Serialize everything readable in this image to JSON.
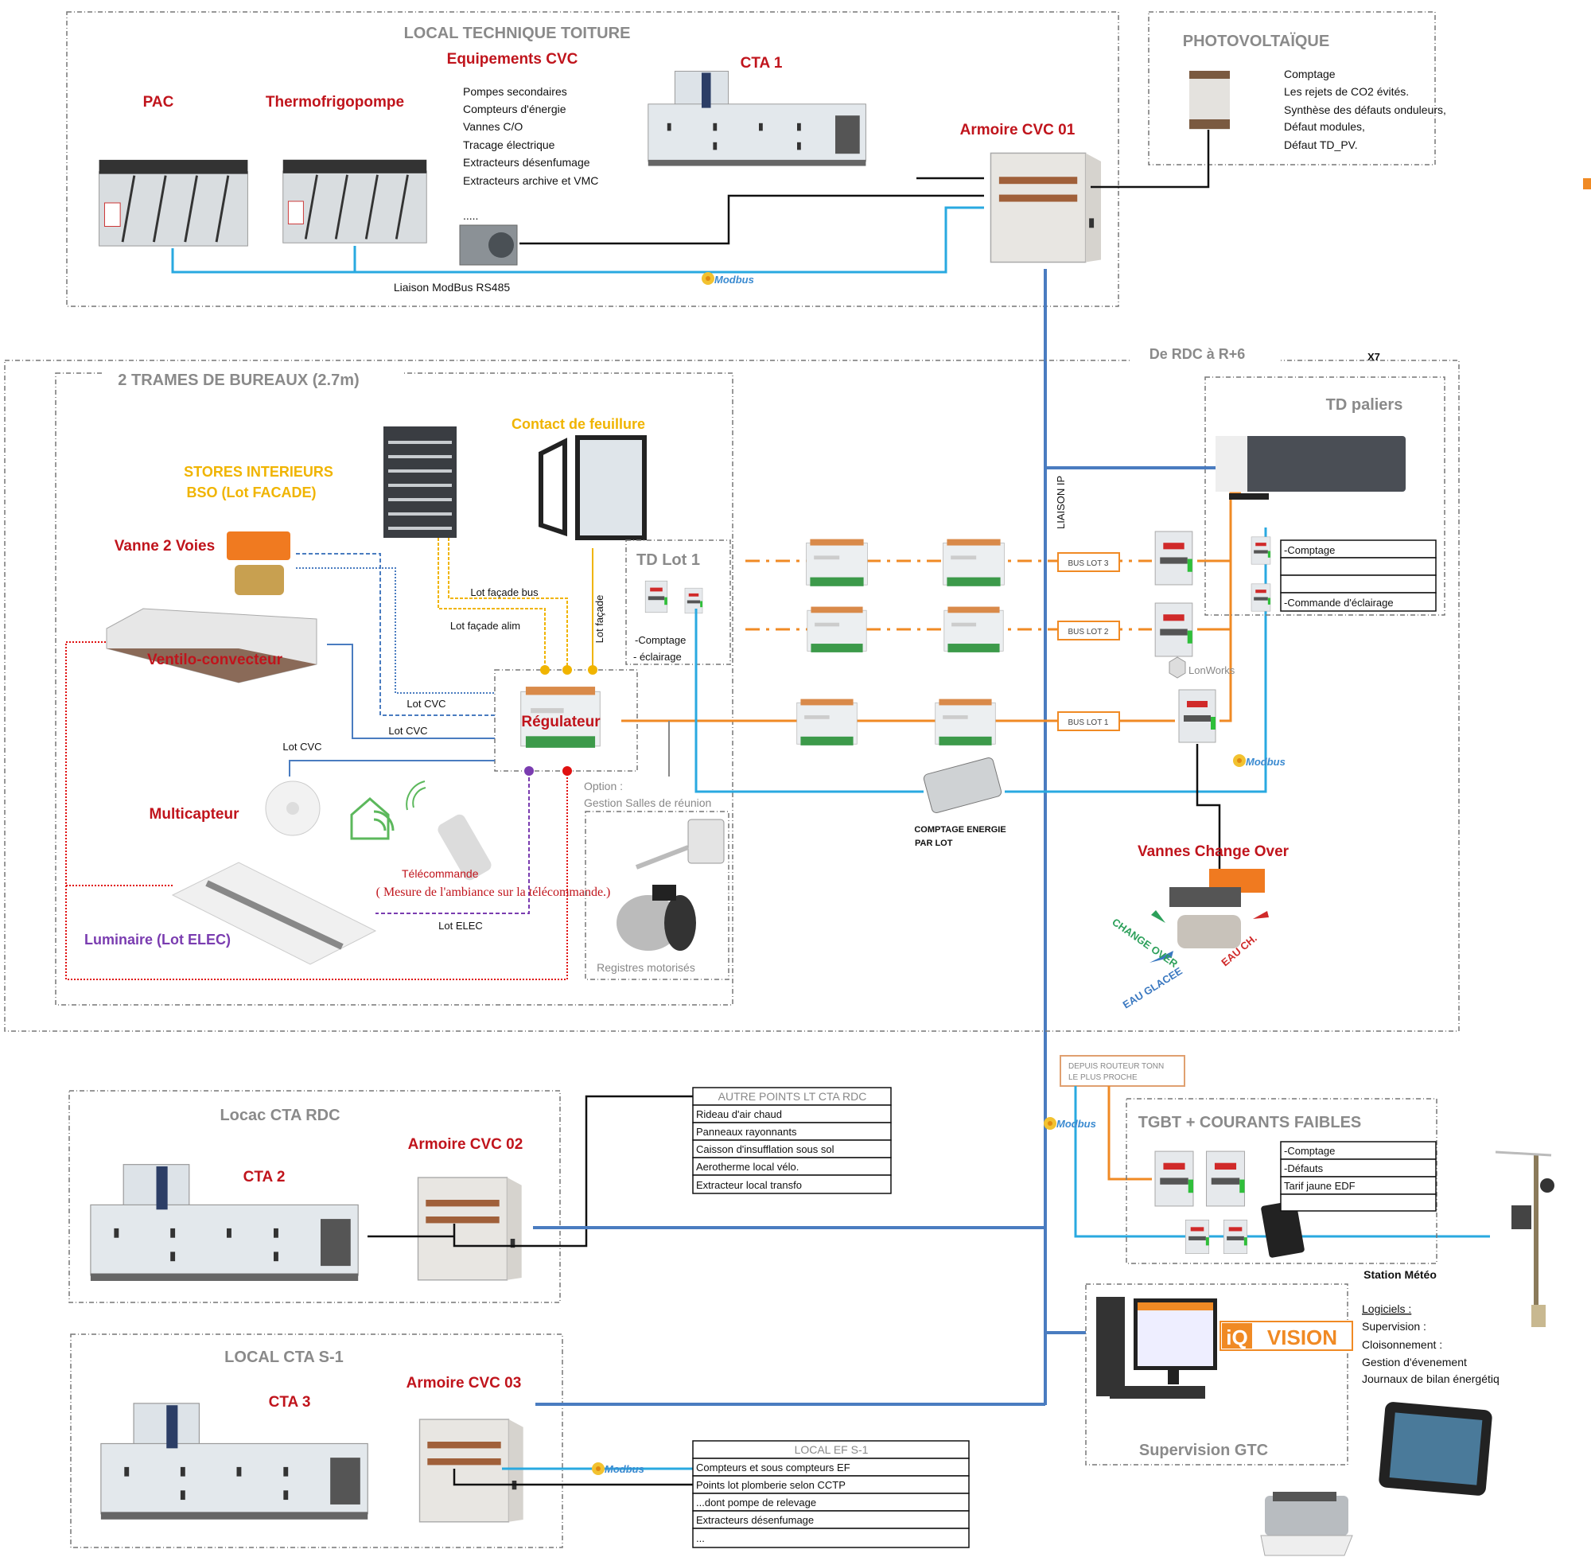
{
  "top": {
    "title": "LOCAL TECHNIQUE TOITURE",
    "pac": "PAC",
    "thermo": "Thermofrigopompe",
    "equip_title": "Equipements CVC",
    "equip_items": [
      "Pompes secondaires",
      "Compteurs d'énergie",
      "Vannes C/O",
      "Tracage électrique",
      "Extracteurs désenfumage",
      "Extracteurs archive et VMC"
    ],
    "equip_more": ".....",
    "cta1": "CTA 1",
    "armoire": "Armoire CVC 01",
    "liaison": "Liaison ModBus RS485",
    "modbus": "Modbus"
  },
  "pv": {
    "title": "PHOTOVOLTAÏQUE",
    "items": [
      "Comptage",
      "Les rejets de CO2 évités.",
      "Synthèse des défauts onduleurs,",
      "Défaut modules,",
      "Défaut TD_PV."
    ]
  },
  "floors": {
    "range": "De RDC à R+6",
    "multiplier": "X7",
    "liaison_ip": "LIAISON IP",
    "trames_title": "2 TRAMES DE BUREAUX (2.7m)",
    "stores_1": "STORES INTERIEURS",
    "stores_2": "BSO (Lot FACADE)",
    "contact": "Contact de feuillure",
    "vanne": "Vanne 2 Voies",
    "ventilo": "Ventilo-convecteur",
    "regulateur": "Régulateur",
    "lot_facade_bus": "Lot  façade bus",
    "lot_facade_alim": "Lot  façade alim",
    "lot_facade": "Lot  façade",
    "lot_cvc": "Lot  CVC",
    "lot_elec": "Lot  ELEC",
    "multicapteur": "Multicapteur",
    "telecommande": "Télécommande",
    "mesure": "( Mesure de l'ambiance sur la télécommande.)",
    "luminaire": "Luminaire (Lot ELEC)",
    "td_lot1": "TD Lot 1",
    "td_lot1_items": [
      "-Comptage",
      "- éclairage"
    ],
    "option": "Option :",
    "option_desc": "Gestion Salles de réunion",
    "registres": "Registres motorisés",
    "bus_lots": [
      "BUS LOT 3",
      "BUS LOT 2",
      "BUS LOT 1"
    ],
    "lonworks": "LonWorks",
    "modbus": "Modbus",
    "comptage_energie_1": "COMPTAGE ENERGIE",
    "comptage_energie_2": "PAR LOT",
    "td_paliers": "TD paliers",
    "td_paliers_rows": [
      "-Comptage",
      "",
      "",
      "-Commande d'éclairage"
    ],
    "vannes_co": "Vannes Change Over",
    "change_over": "CHANGE OVER",
    "eau_glacee": "EAU GLACEE",
    "eau_ch": "EAU CH."
  },
  "rdc": {
    "title": "Locac CTA RDC",
    "cta": "CTA 2",
    "armoire": "Armoire CVC 02",
    "table_header": "AUTRE POINTS LT CTA RDC",
    "table_rows": [
      "Rideau d'air chaud",
      "Panneaux rayonnants",
      "Caisson d'insufflation sous sol",
      "Aerotherme local vélo.",
      "Extracteur local transfo"
    ]
  },
  "s1": {
    "title": "LOCAL CTA S-1",
    "cta": "CTA 3",
    "armoire": "Armoire CVC 03",
    "modbus": "Modbus",
    "table_header": "LOCAL EF S-1",
    "table_rows": [
      "Compteurs et sous compteurs EF",
      "Points lot plomberie selon CCTP",
      "...dont pompe de relevage",
      "Extracteurs désenfumage",
      "..."
    ]
  },
  "tgbt": {
    "routeur_1": "DEPUIS ROUTEUR TONN",
    "routeur_2": "LE PLUS PROCHE",
    "modbus": "Modbus",
    "title": "TGBT + COURANTS FAIBLES",
    "rows": [
      "-Comptage",
      "-Défauts",
      "Tarif jaune EDF",
      ""
    ],
    "station": "Station Météo"
  },
  "gtc": {
    "title": "Supervision GTC",
    "brand_a": "iQ",
    "brand_b": "VISION",
    "logiciels": "Logiciels :",
    "items": [
      "Supervision :",
      "Cloisonnement :",
      "Gestion d'évenement",
      "Journaux de bilan énergétiq"
    ]
  },
  "colors": {
    "modbus_line": "#29a9e0",
    "ip_backbone": "#4a7cc0",
    "bus_orange": "#f08a24",
    "label_red": "#c0141c",
    "facade_yellow": "#f0b400",
    "elec_purple": "#7a3cb0"
  }
}
